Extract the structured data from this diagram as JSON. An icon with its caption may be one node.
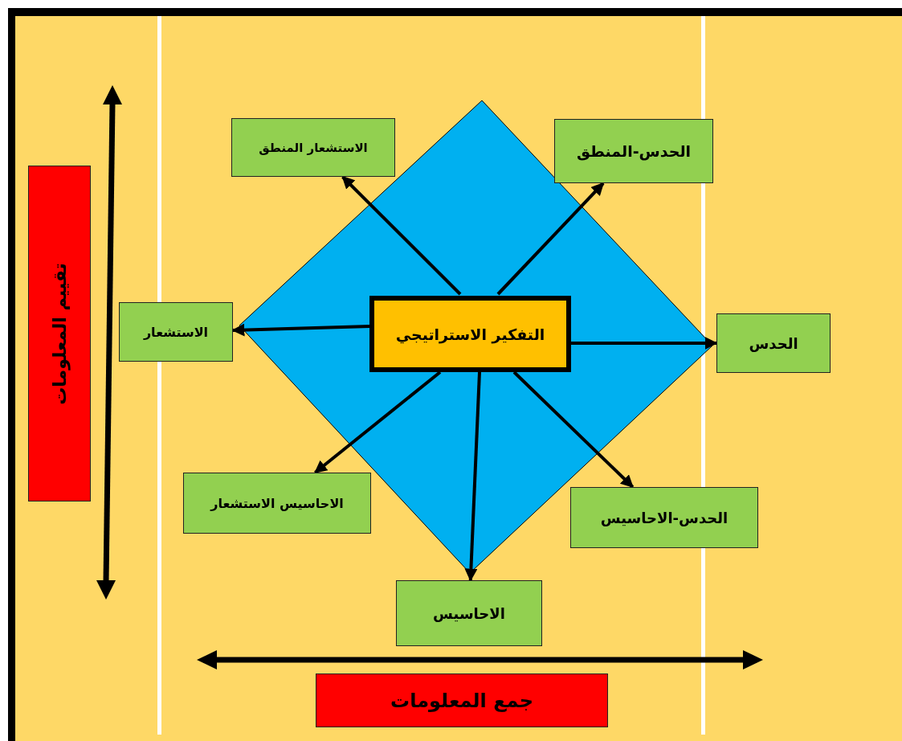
{
  "diagram": {
    "nodes": [
      {
        "text": [
          "تقييم المعلومات"
        ]
      },
      {
        "text": [],
        "shape": "diamond"
      },
      {
        "text": [
          "الاستشعار المنطق"
        ]
      },
      {
        "text": [
          "الحدس-المنطق"
        ]
      },
      {
        "text": [
          "الاستشعار"
        ]
      },
      {
        "text": [
          "التفكير الاستراتيجي"
        ],
        "in": 1
      },
      {
        "text": [
          "الحدس"
        ]
      },
      {
        "text": [
          "الاحاسيس الاستشعار"
        ]
      },
      {
        "text": [
          "الحدس-الاحاسيس"
        ]
      },
      {
        "text": [
          "الاحاسيس"
        ]
      },
      {
        "text": [
          "جمع المعلومات"
        ]
      }
    ],
    "edges": [
      {
        "from": 5,
        "to": 2,
        "arrow": "to"
      },
      {
        "from": 5,
        "to": 3,
        "arrow": "to"
      },
      {
        "from": 5,
        "to": 4,
        "arrow": "to"
      },
      {
        "from": 5,
        "to": 6,
        "arrow": "to"
      },
      {
        "from": 5,
        "to": 7,
        "arrow": "to"
      },
      {
        "from": 5,
        "to": 8,
        "arrow": "to"
      },
      {
        "from": 5,
        "to": 9,
        "arrow": "to"
      }
    ]
  }
}
